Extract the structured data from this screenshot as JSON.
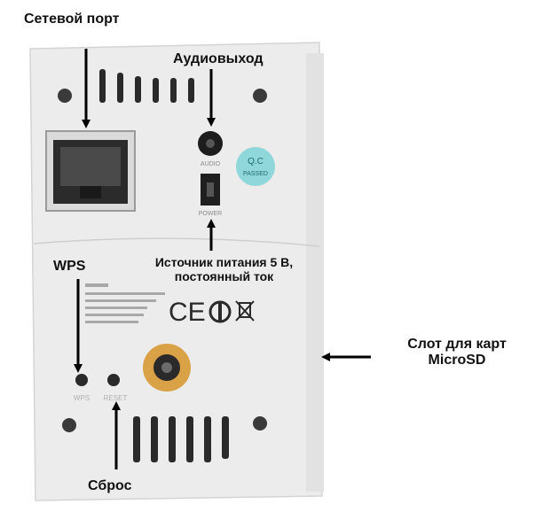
{
  "labels": {
    "network_port": "Сетевой порт",
    "audio_out": "Аудиовыход",
    "power_line1": "Источник питания 5 В,",
    "power_line2": "постоянный ток",
    "wps": "WPS",
    "microsd_line1": "Слот для карт",
    "microsd_line2": "MicroSD",
    "reset": "Сброс"
  },
  "device_markings": {
    "qc_sticker_top": "Q.C",
    "qc_sticker_bottom": "PASSED",
    "audio_port_tag": "AUDIO",
    "power_port_tag": "POWER",
    "wps_tag": "WPS",
    "reset_tag": "RESET",
    "ce_mark": "CE"
  },
  "colors": {
    "device_body": "#ececec",
    "device_edge": "#d8d8d8",
    "vent_slot": "#2a2a2a",
    "screw": "#3a3a3a",
    "qc_sticker": "#8fd7da",
    "tripod_mount": "#d9a247",
    "arrow": "#000000"
  }
}
